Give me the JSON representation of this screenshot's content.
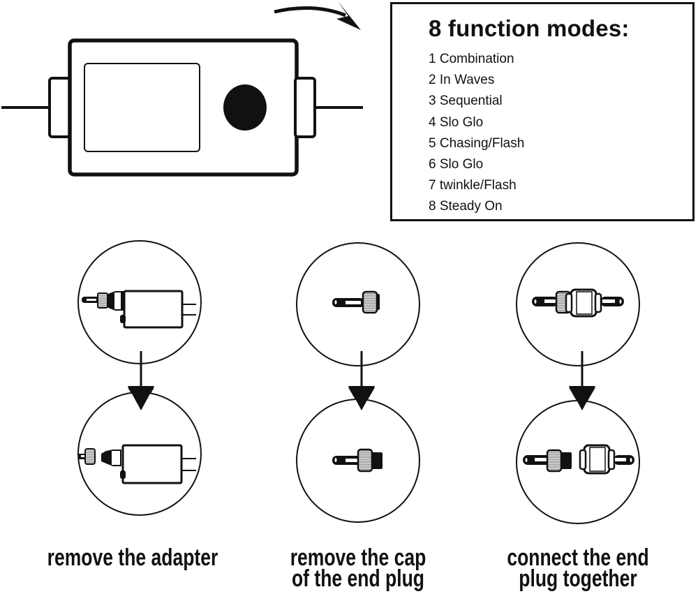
{
  "modes": {
    "title": "8 function modes:",
    "items": [
      "1 Combination",
      "2 In Waves",
      "3 Sequential",
      "4 Slo Glo",
      "5 Chasing/Flash",
      "6 Slo Glo",
      "7 twinkle/Flash",
      "8 Steady On"
    ]
  },
  "steps": [
    {
      "caption_line1": "remove the adapter",
      "caption_line2": ""
    },
    {
      "caption_line1": "remove the cap",
      "caption_line2": "of the end plug"
    },
    {
      "caption_line1": "connect the end",
      "caption_line2": "plug together"
    }
  ],
  "colors": {
    "ink": "#111111",
    "background": "#ffffff",
    "knurl": "#888888"
  }
}
